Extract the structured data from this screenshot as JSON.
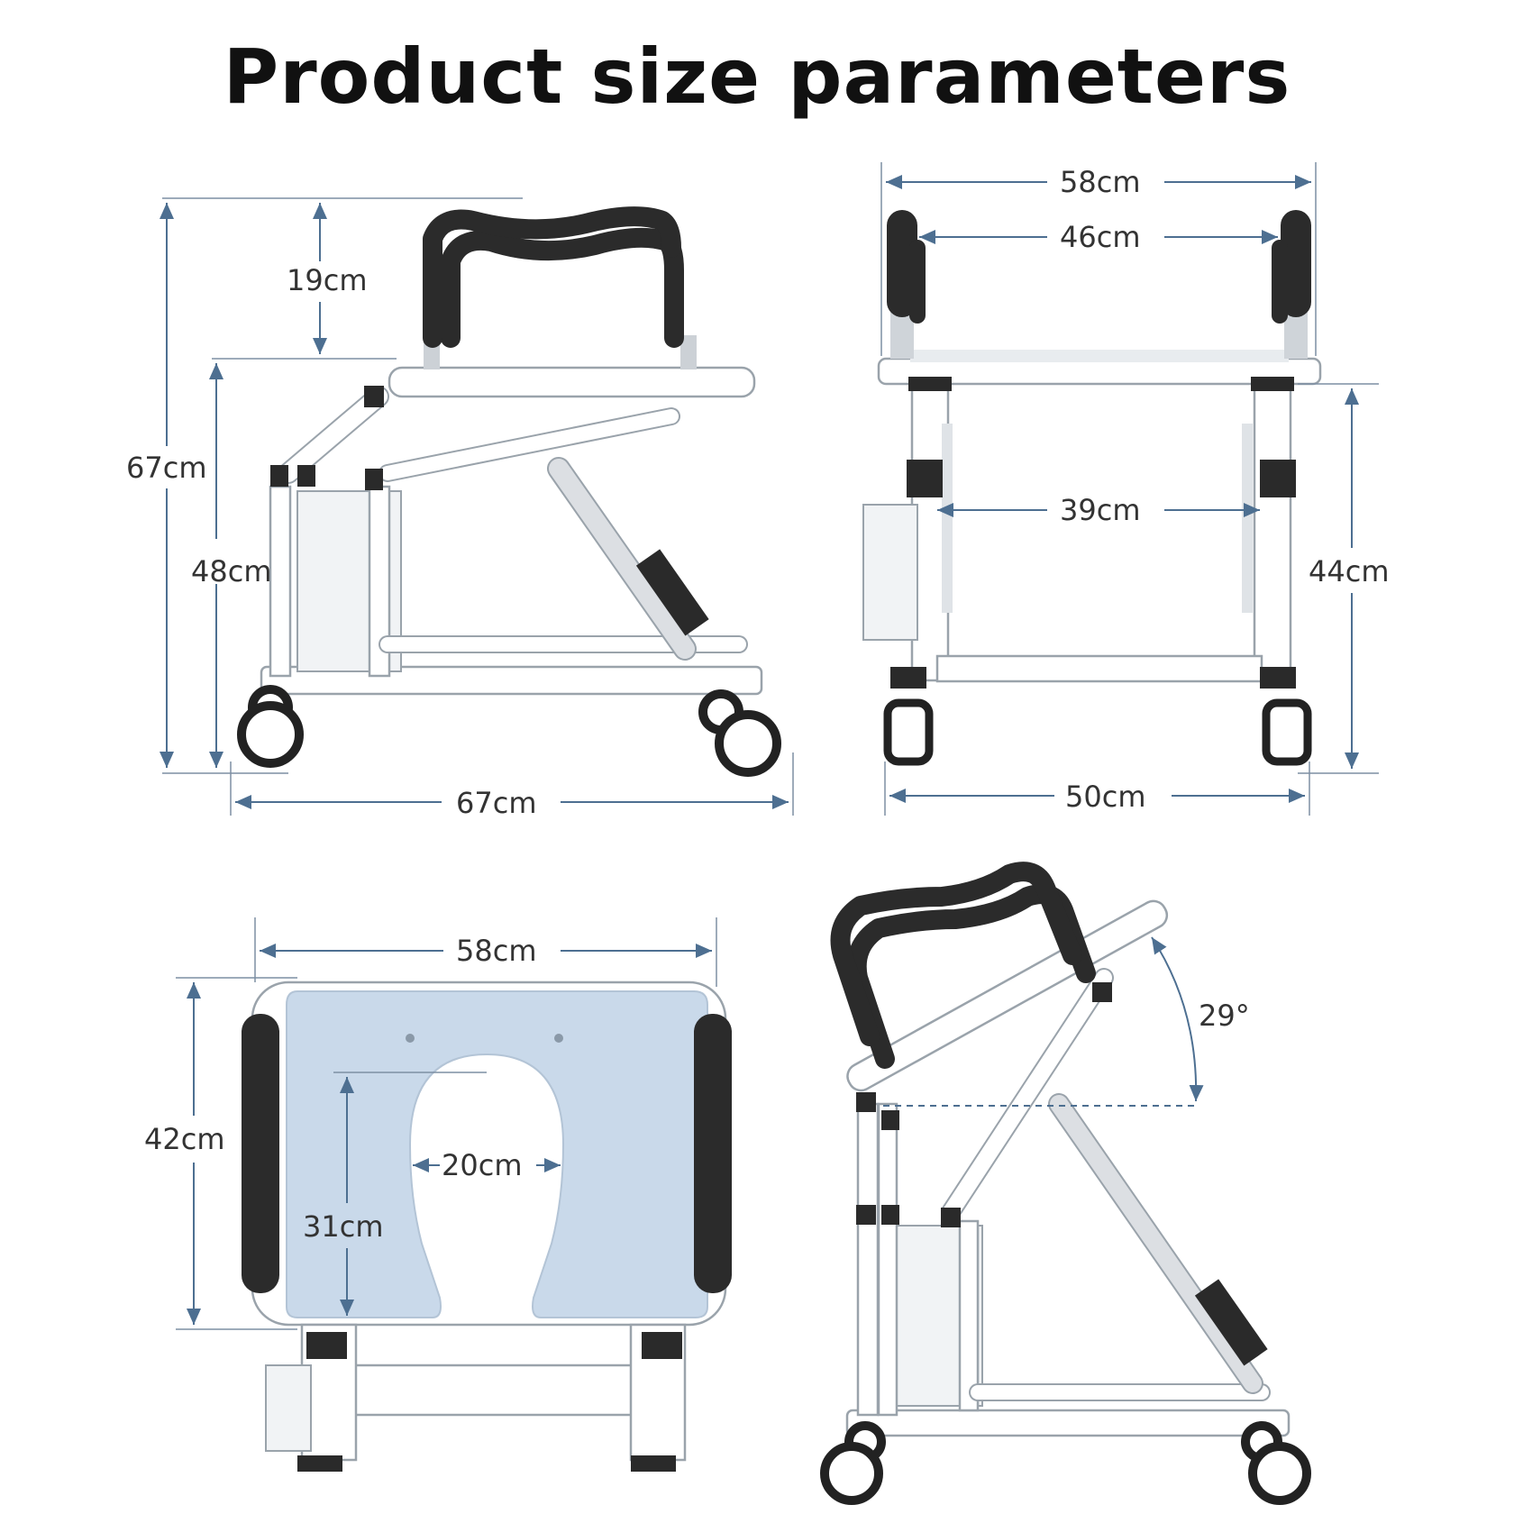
{
  "title": "Product size parameters",
  "side_view": {
    "total_height": "67cm",
    "armrest_height": "19cm",
    "seat_height": "48cm",
    "length": "67cm"
  },
  "front_view": {
    "outer_width": "58cm",
    "inner_width": "46cm",
    "leg_spacing": "39cm",
    "base_height": "44cm",
    "base_width": "50cm"
  },
  "top_view": {
    "seat_width": "58cm",
    "seat_depth": "42cm",
    "opening_width": "20cm",
    "opening_depth": "31cm"
  },
  "tilt_view": {
    "tilt_angle": "29°"
  },
  "colors": {
    "dimension_line": "#4d6f91",
    "frame": "#ffffff",
    "padding": "#2b2b2b",
    "seat_top": "#c9d9ea"
  }
}
